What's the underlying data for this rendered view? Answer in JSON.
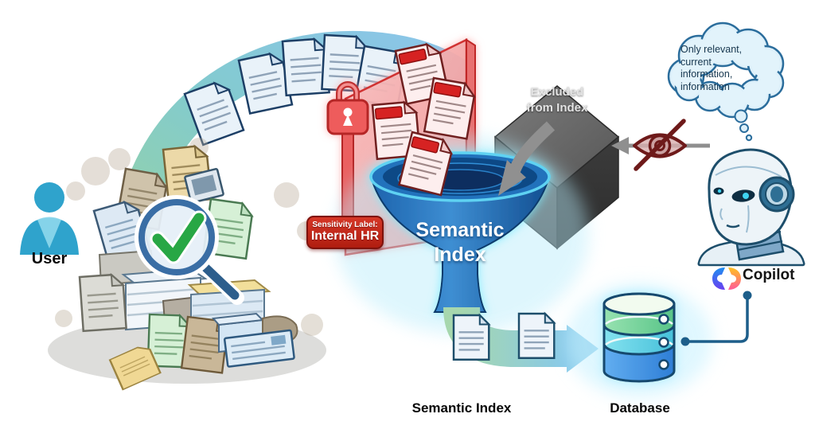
{
  "labels": {
    "user": "User",
    "copilot": "Copilot"
  },
  "badge": {
    "line1": "Sensitivity Label:",
    "line2": "Internal HR"
  },
  "funnel": {
    "line1": "Semantic",
    "line2": "Index"
  },
  "cube": {
    "line1": "Excluded",
    "line2": "from Index"
  },
  "cloud": {
    "lines": [
      "Only relevant,",
      "current",
      "information,",
      "information"
    ]
  },
  "captions": {
    "semantic_index": "Semantic Index",
    "database": "Database"
  },
  "icons": {
    "user-icon": "blue person silhouette",
    "documents-pile-icon": "messy pile of paper documents",
    "magnifier-check-icon": "magnifying glass with green checkmark",
    "documents-arc-icon": "documents flowing along green-to-blue arc",
    "padlock-icon": "red padlock on barrier",
    "sensitivity-wall-icon": "translucent red barrier wall",
    "red-document-icon": "document with red sensitivity header",
    "funnel-icon": "blue glowing funnel",
    "excluded-cube-icon": "dark gray 3D cube",
    "curved-arrow-icon": "gray curved arrow into funnel",
    "hidden-eye-icon": "dark red eye with slash (not visible)",
    "arrow-left-icon": "gray arrow pointing left at cube",
    "thought-cloud-icon": "thought bubble cloud",
    "robot-icon": "robot head",
    "copilot-logo-icon": "multicolor Copilot swirl logo",
    "connector-line-icon": "navy elbow connector with end dots",
    "flow-arrow-icon": "green-to-blue arrow from funnel to database",
    "clean-document-icon": "plain indexed document",
    "database-icon": "green/cyan/blue cylinder database"
  },
  "colors": {
    "background": "#ffffff",
    "user_blue": "#2fa3cc",
    "arc_green": "#8ed0a0",
    "arc_blue": "#85c2e8",
    "barrier_red": "#d03030",
    "barrier_fill": "#f4a8a8",
    "badge_red": "#c5271c",
    "funnel_blue": "#1d64ae",
    "funnel_glow": "#86ecff",
    "cube_gray": "#4a4a4a",
    "eye_maroon": "#6e1a1a",
    "cloud_fill": "#ddf0fa",
    "robot_outline": "#1d4e6b",
    "db_green": "#6fd39a",
    "db_cyan": "#5fd0e4",
    "db_blue": "#3a8ce0",
    "flow_green": "#a6d7ae",
    "flow_blue": "#88c9e9",
    "connector_navy": "#1d5e8a",
    "copilot_logo": [
      "#1f8ef0",
      "#6a3ff0",
      "#ffc020",
      "#ff5a9a"
    ]
  }
}
